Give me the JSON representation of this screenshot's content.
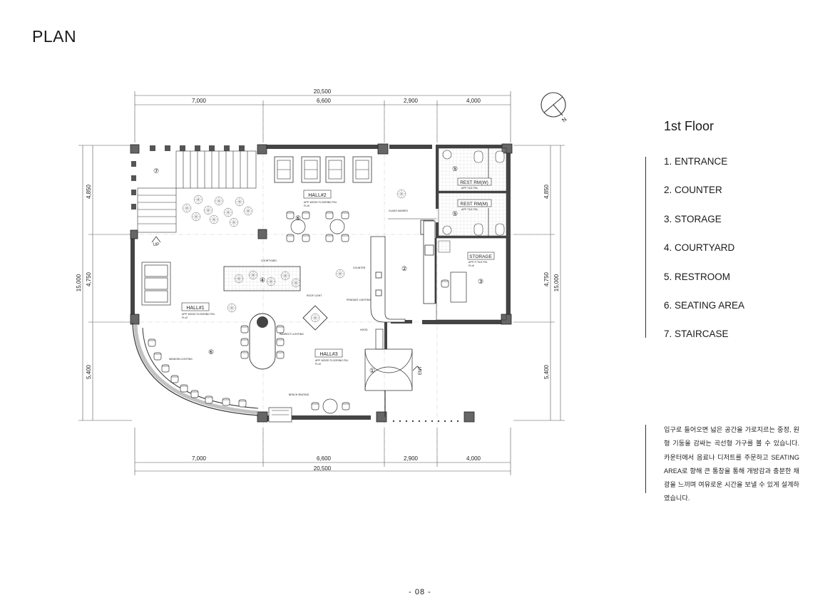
{
  "page": {
    "title": "PLAN",
    "number": "- 08 -"
  },
  "floor": {
    "title": "1st Floor",
    "legend": [
      "1.  ENTRANCE",
      "2. COUNTER",
      "3. STORAGE",
      "4. COURTYARD",
      "5. RESTROOM",
      "6. SEATING AREA",
      "7. STAIRCASE"
    ]
  },
  "description": "입구로 들어오면 넓은 공간을 가로지르는 중정, 원형 기둥을 감싸는 곡선형 가구를 볼 수 있습니다. 카운터에서 음료나 디저트를 주문하고 SEATING AREA로 향해 큰 통창을 통해 개방감과 충분한 채광을 느끼며 여유로운 시간을 보낼 수 있게 설계하였습니다.",
  "plan": {
    "dims_top_total": "20,500",
    "dims_top": [
      "7,000",
      "6,600",
      "2,900",
      "4,000"
    ],
    "dims_bottom": [
      "7,000",
      "6,600",
      "2,900",
      "4,000"
    ],
    "dims_bottom_total": "20,500",
    "dims_left": [
      "4,850",
      "4,750",
      "5,400"
    ],
    "dims_left_total": "15,000",
    "dims_right": [
      "4,850",
      "4,750",
      "5,400"
    ],
    "dims_right_total": "15,000",
    "north": "N",
    "rooms": {
      "hall1": "HALL#1",
      "hall2": "HALL#2",
      "hall3": "HALL#3",
      "rest_w": "REST RM(W)",
      "rest_m": "REST RM(M)",
      "storage": "STORAGE"
    },
    "finish_wood": "APP. WOOD FLOORING FIN.",
    "finish_tile": "APP. TILE FIN.",
    "finish_ptile": "APP. P-TILE FIN.",
    "finish_level": "FL±0",
    "markers": [
      "①",
      "②",
      "③",
      "④",
      "⑤",
      "⑤",
      "⑥",
      "⑥",
      "⑦"
    ],
    "up": "UP",
    "ent": "ENT",
    "notes": {
      "courtyard": "COURTYARD",
      "counter": "COUNTER",
      "glass": "GLASS SASHES",
      "roof": "ROOF LIGHT",
      "pendant": "PENDANT LIGHTING",
      "indirect": "INDIRECT LIGHTING",
      "hood": "HOOD",
      "bench": "BENCH SEATING",
      "window": "WINDOW LIGHTING"
    }
  }
}
